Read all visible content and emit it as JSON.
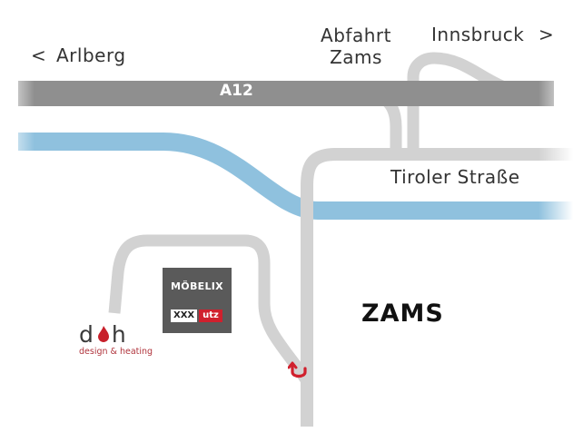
{
  "labels": {
    "west_arrow": "<",
    "west_destination": "Arlberg",
    "exit_line1": "Abfahrt",
    "exit_line2": "Zams",
    "east_destination": "Innsbruck",
    "east_arrow": ">",
    "motorway": "A12",
    "street": "Tiroler Straße",
    "town": "ZAMS"
  },
  "stores": {
    "moebelix": "MÖBELIX",
    "xxxlutz_left": "XXX",
    "xxxlutz_right": "utz"
  },
  "dh_logo": {
    "mark": "dh",
    "tagline": "design & heating"
  },
  "colors": {
    "road": "#d2d2d2",
    "motorway": "#8f8f8f",
    "river": "#8fc1de",
    "store_block": "#5a5a5a",
    "accent_red": "#d0202d",
    "text": "#333333"
  },
  "icons": {
    "destination_marker": "u-turn-arrow-icon",
    "logo_mark": "flame-icon"
  }
}
